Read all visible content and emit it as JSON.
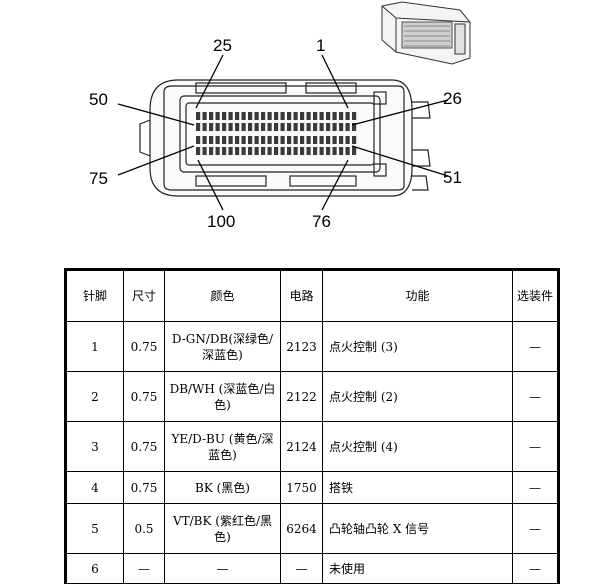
{
  "diagram": {
    "pin_labels": {
      "p1": "1",
      "p25": "25",
      "p26": "26",
      "p50": "50",
      "p51": "51",
      "p75": "75",
      "p76": "76",
      "p100": "100"
    }
  },
  "table": {
    "headers": {
      "pin": "针脚",
      "size": "尺寸",
      "color": "颜色",
      "circuit": "电路",
      "function": "功能",
      "option": "选装件"
    },
    "rows": [
      {
        "pin": "1",
        "size": "0.75",
        "color": "D-GN/DB(深绿色/深蓝色)",
        "circuit": "2123",
        "function": "点火控制 (3)",
        "option": "—"
      },
      {
        "pin": "2",
        "size": "0.75",
        "color": "DB/WH (深蓝色/白色)",
        "circuit": "2122",
        "function": "点火控制 (2)",
        "option": "—"
      },
      {
        "pin": "3",
        "size": "0.75",
        "color": "YE/D-BU (黄色/深蓝色)",
        "circuit": "2124",
        "function": "点火控制 (4)",
        "option": "—"
      },
      {
        "pin": "4",
        "size": "0.75",
        "color": "BK (黑色)",
        "circuit": "1750",
        "function": "搭铁",
        "option": "—"
      },
      {
        "pin": "5",
        "size": "0.5",
        "color": "VT/BK (紫红色/黑色)",
        "circuit": "6264",
        "function": "凸轮轴凸轮 X 信号",
        "option": "—"
      },
      {
        "pin": "6",
        "size": "—",
        "color": "—",
        "circuit": "—",
        "function": "未使用",
        "option": "—"
      }
    ]
  }
}
